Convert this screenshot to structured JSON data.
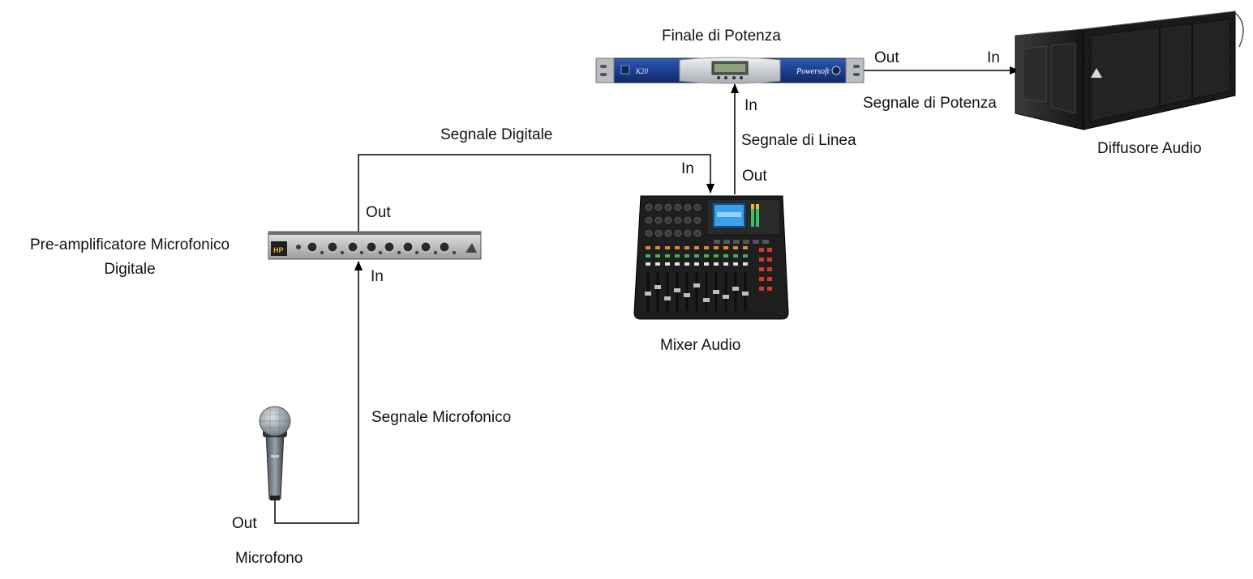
{
  "devices": {
    "amplifier": {
      "title": "Finale di Potenza",
      "brand": "Powersoft",
      "model": "K20"
    },
    "speaker": {
      "title": "Diffusore Audio"
    },
    "mixer": {
      "title": "Mixer Audio"
    },
    "preamp": {
      "title_line1": "Pre-amplificatore Microfonico",
      "title_line2": "Digitale",
      "badge": "HP"
    },
    "microphone": {
      "title": "Microfono"
    }
  },
  "signals": {
    "digital": "Segnale Digitale",
    "line": "Segnale di Linea",
    "power": "Segnale di Potenza",
    "mic": "Segnale Microfonico"
  },
  "ports": {
    "amp_out": "Out",
    "speaker_in": "In",
    "amp_in": "In",
    "mixer_out": "Out",
    "mixer_in": "In",
    "preamp_out": "Out",
    "preamp_in": "In",
    "mic_out": "Out"
  },
  "colors": {
    "amp_blue": "#1c3f8f",
    "amp_silver": "#c9ccd2",
    "speaker_black": "#1b1b1b",
    "mixer_black": "#1e1e1e",
    "screen_blue": "#3aa0e8",
    "preamp_silver": "#b8b8b8",
    "mic_grille": "#9aa3ab",
    "line": "#000000"
  }
}
